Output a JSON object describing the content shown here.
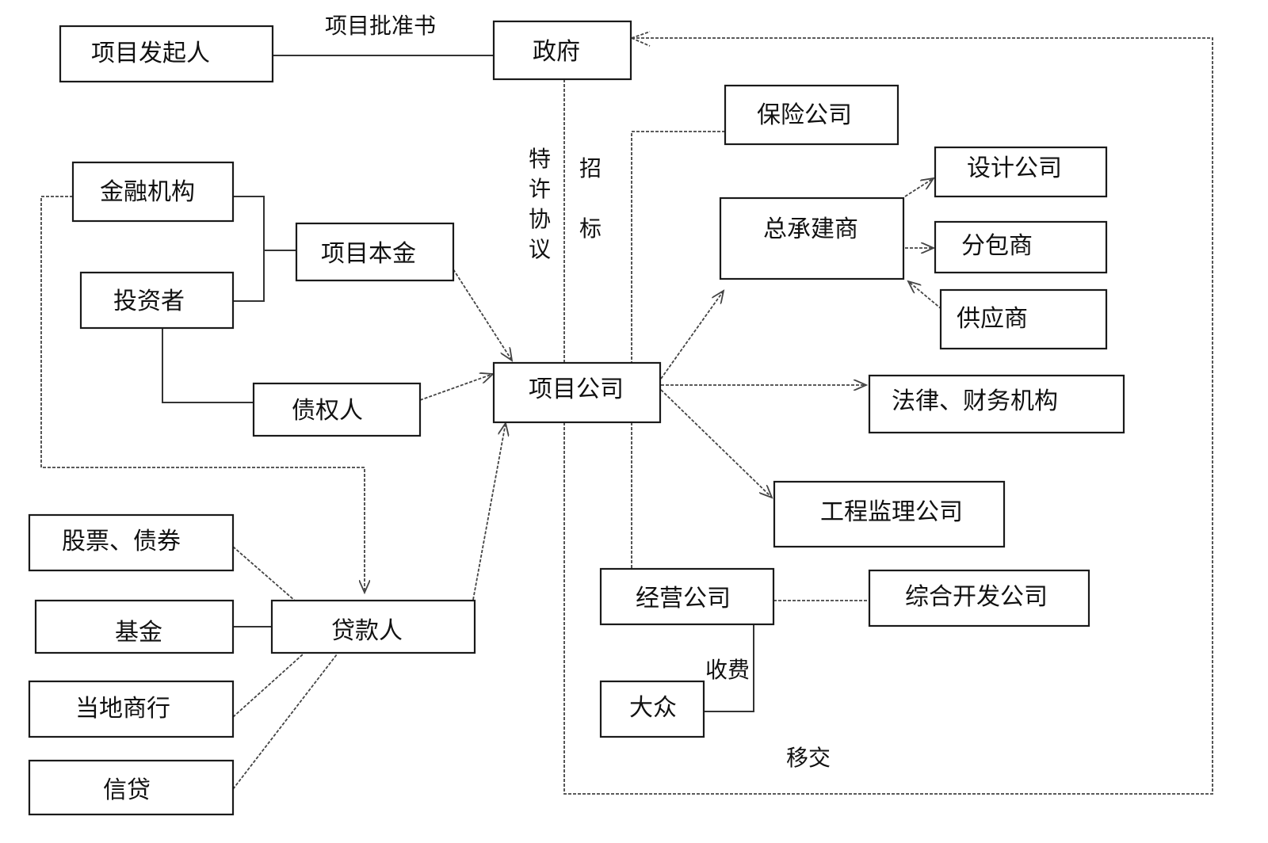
{
  "nodes": {
    "sponsor": "项目发起人",
    "government": "政府",
    "finance_inst": "金融机构",
    "investor": "投资者",
    "principal": "项目本金",
    "creditor": "债权人",
    "project_company": "项目公司",
    "insurance": "保险公司",
    "design": "设计公司",
    "general_contractor": "总承建商",
    "subcontractor": "分包商",
    "supplier": "供应商",
    "legal_finance": "法律、财务机构",
    "supervision": "工程监理公司",
    "stocks_bonds": "股票、债券",
    "fund": "基金",
    "lender": "贷款人",
    "local_bank": "当地商行",
    "credit": "信贷",
    "operator": "经营公司",
    "dev_company": "综合开发公司",
    "public": "大众"
  },
  "edge_labels": {
    "approval": "项目批准书",
    "franchise": [
      "特",
      "许",
      "协",
      "议"
    ],
    "tender": [
      "招",
      "标"
    ],
    "fee": "收费",
    "transfer": "移交"
  }
}
